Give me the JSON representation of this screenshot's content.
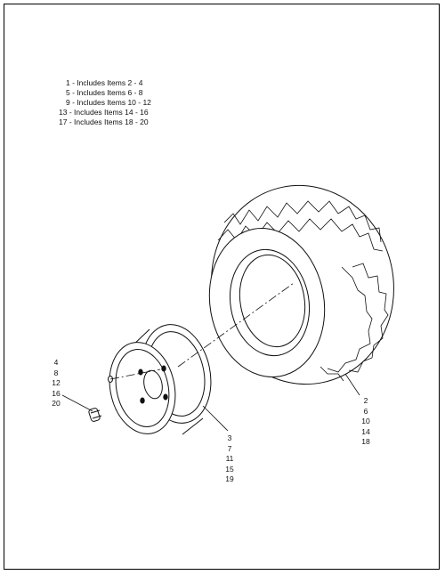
{
  "legend": [
    "1 - Includes Items 2 - 4",
    "5 - Includes Items 6 - 8",
    "9 - Includes Items 10 - 12",
    "13 - Includes Items 14 - 16",
    "17 - Includes Items 18 - 20"
  ],
  "callouts": {
    "valve_stem": [
      "4",
      "8",
      "12",
      "16",
      "20"
    ],
    "wheel_rim": [
      "3",
      "7",
      "11",
      "15",
      "19"
    ],
    "tire": [
      "2",
      "6",
      "10",
      "14",
      "18"
    ]
  }
}
